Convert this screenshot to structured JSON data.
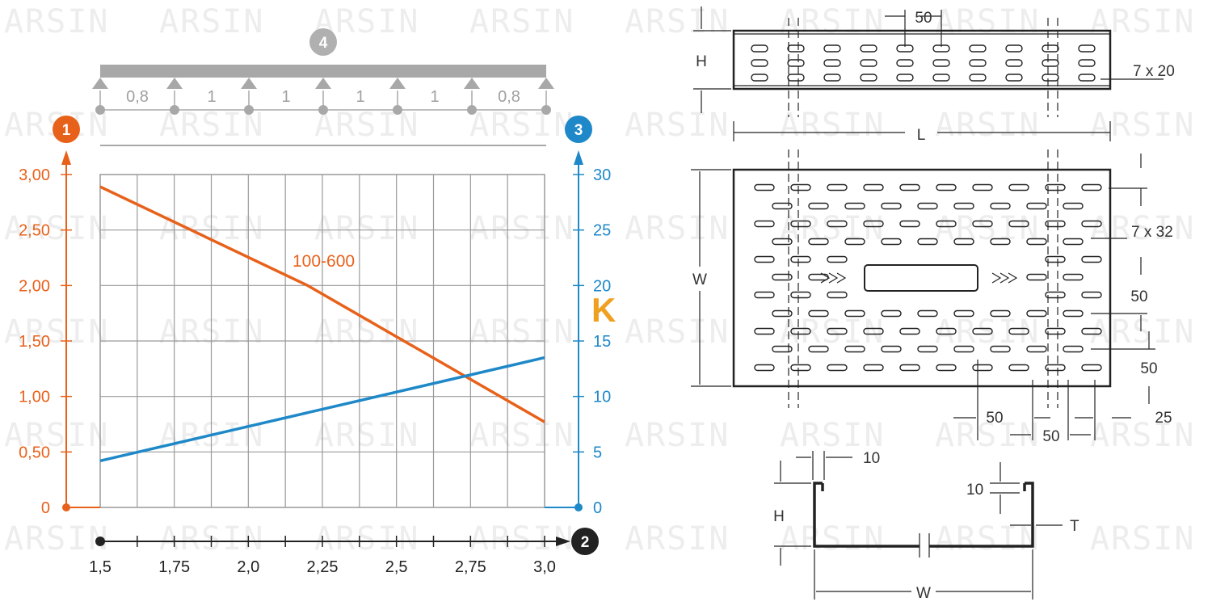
{
  "watermark": "ARSIN",
  "chart_data": {
    "type": "line",
    "x": [
      1.5,
      1.75,
      2.0,
      2.25,
      2.5,
      2.75,
      3.0
    ],
    "x_ticks": [
      "1,5",
      "1,75",
      "2,0",
      "2,25",
      "2,5",
      "2,75",
      "3,0"
    ],
    "xlim": [
      1.5,
      3.0
    ],
    "y_left_ticks": [
      "0",
      "0,50",
      "1,00",
      "1,50",
      "2,00",
      "2,50",
      "3,00"
    ],
    "ylim_left": [
      0,
      3.0
    ],
    "y_right_ticks": [
      "0",
      "5",
      "10",
      "15",
      "20",
      "25",
      "30"
    ],
    "ylim_right": [
      0,
      30
    ],
    "grid": true,
    "series": [
      {
        "name": "100-600",
        "axis": "left",
        "color": "#e8611a",
        "x": [
          1.5,
          2.2,
          3.0
        ],
        "values": [
          2.89,
          2.0,
          0.77
        ]
      },
      {
        "name": "",
        "axis": "right",
        "color": "#1e88c8",
        "x": [
          1.5,
          3.0
        ],
        "values": [
          4.2,
          13.5
        ]
      }
    ],
    "axis_markers": {
      "left": "1",
      "right": "3",
      "x": "2",
      "support": "4"
    },
    "support_spans": [
      "0,8",
      "1",
      "1",
      "1",
      "1",
      "0,8"
    ],
    "stray_label": "K"
  },
  "drawing": {
    "top_view": {
      "dim_pitch": "50",
      "dim_height": "H",
      "slot": "7 x 20",
      "dim_length": "L"
    },
    "bottom_view": {
      "dim_width": "W",
      "slot": "7 x 32",
      "dim_a": "50",
      "dim_b": "50",
      "dim_c": "50",
      "dim_d": "50",
      "dim_e": "25"
    },
    "section": {
      "lip_w": "10",
      "lip_h": "10",
      "height": "H",
      "thickness": "T",
      "width": "W"
    }
  },
  "colors": {
    "orange": "#e8611a",
    "blue": "#1e88c8",
    "grid": "#9a9a9a",
    "support": "#a8a8a8",
    "ink": "#222222"
  }
}
